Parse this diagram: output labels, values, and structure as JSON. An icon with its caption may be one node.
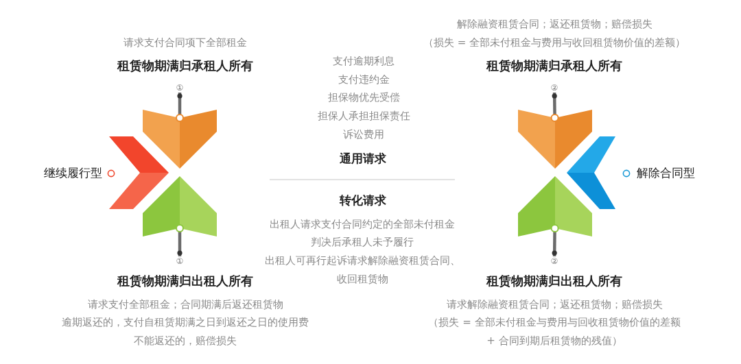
{
  "diagram": {
    "nodes": [
      {
        "text": [
          "①"
        ]
      },
      {
        "text": [],
        "shape": "chevron"
      },
      {
        "text": [],
        "shape": "chevron",
        "beside": [
          "继续履行型"
        ]
      },
      {
        "text": [],
        "shape": "chevron"
      },
      {
        "text": [
          "①"
        ]
      },
      {
        "text": [
          "②"
        ]
      },
      {
        "text": [],
        "shape": "chevron"
      },
      {
        "text": [],
        "shape": "chevron",
        "beside": [
          "解除合同型"
        ]
      },
      {
        "text": [],
        "shape": "chevron"
      },
      {
        "text": [
          "②"
        ]
      }
    ],
    "edges": [
      {
        "from": 0,
        "to": 1,
        "arrow": "other"
      },
      {
        "from": 4,
        "to": 3,
        "arrow": "other"
      },
      {
        "from": 5,
        "to": 6,
        "arrow": "other"
      },
      {
        "from": 9,
        "to": 8,
        "arrow": "other"
      }
    ],
    "labels": [
      "请求支付合同项下全部租金",
      "租赁物期满归承租人所有",
      "解除融资租赁合同；返还租赁物；赔偿损失",
      "（损失 = 全部未付租金与费用与收回租赁物价值的差额）",
      "租赁物期满归承租人所有",
      "支付逾期利息",
      "支付违约金",
      "担保物优先受偿",
      "担保人承担担保责任",
      "诉讼费用",
      "通用请求",
      "转化请求",
      "出租人请求支付合同约定的全部未付租金",
      "判决后承租人未予履行",
      "出租人可再行起诉请求解除融资租赁合同、收回租赁物",
      "租赁物期满归出租人所有",
      "请求支付全部租金；合同期满后返还租赁物",
      "逾期返还的，支付自租赁期满之日到返还之日的使用费",
      "不能返还的，赔偿损失",
      "租赁物期满归出租人所有",
      "请求解除融资租赁合同；返还租赁物；赔偿损失",
      "（损失 = 全部未付租金与费用与回收租赁物价值的差额 + 合同到期后租赁物的残值）"
    ]
  }
}
